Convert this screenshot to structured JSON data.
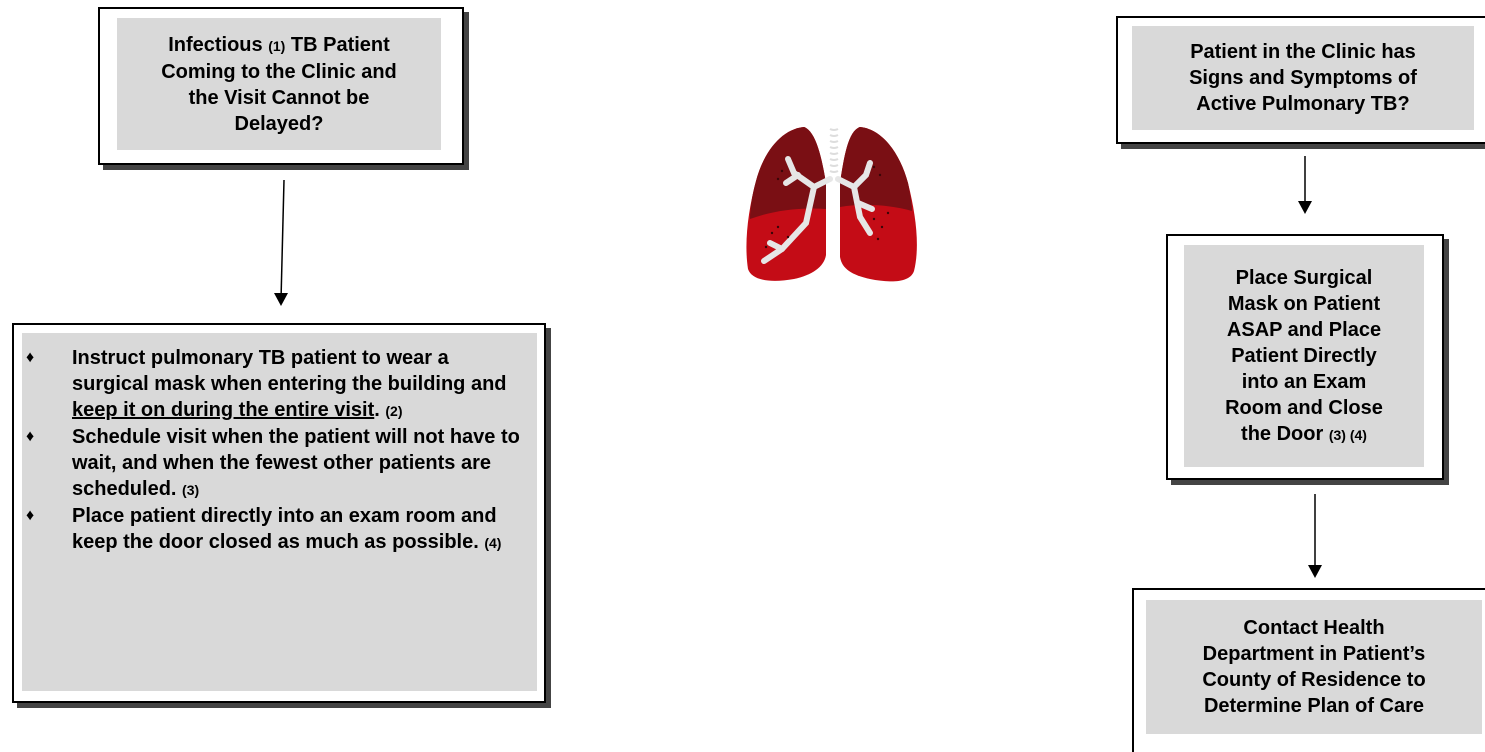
{
  "box_top_left": {
    "line1_a": "Infectious ",
    "line1_ref": "(1)",
    "line1_b": " TB Patient",
    "line2": "Coming to the Clinic and",
    "line3": "the Visit Cannot be",
    "line4": "Delayed?"
  },
  "box_instructions": {
    "item1_pre": "Instruct pulmonary TB patient to wear a surgical mask when entering the building and ",
    "item1_underlined": "keep it on during the entire visit",
    "item1_post": ". ",
    "item1_ref": "(2)",
    "item2_text": "Schedule visit when the patient will not have to wait, and when the fewest other patients are scheduled. ",
    "item2_ref": "(3)",
    "item3_text": "Place patient directly into an exam room and keep the door closed as much as possible. ",
    "item3_ref": "(4)",
    "bullet_glyph": "♦"
  },
  "box_top_right": {
    "line1": "Patient in the Clinic has",
    "line2": "Signs and Symptoms of",
    "line3": "Active Pulmonary TB?"
  },
  "box_mask": {
    "line1": "Place Surgical",
    "line2": "Mask on Patient",
    "line3": "ASAP and Place",
    "line4": "Patient Directly",
    "line5": "into an Exam",
    "line6": "Room and Close",
    "line7_text": "the Door ",
    "line7_ref": "(3) (4)"
  },
  "box_contact": {
    "line1": "Contact Health",
    "line2": "Department in Patient’s",
    "line3": "County of Residence to",
    "line4": "Determine Plan of Care"
  },
  "colors": {
    "box_fill": "#d9d9d9",
    "shadow": "#444444",
    "lung_dark": "#7a0f14",
    "lung_red": "#c40c16"
  },
  "icons": {
    "lungs": "lungs-icon"
  }
}
